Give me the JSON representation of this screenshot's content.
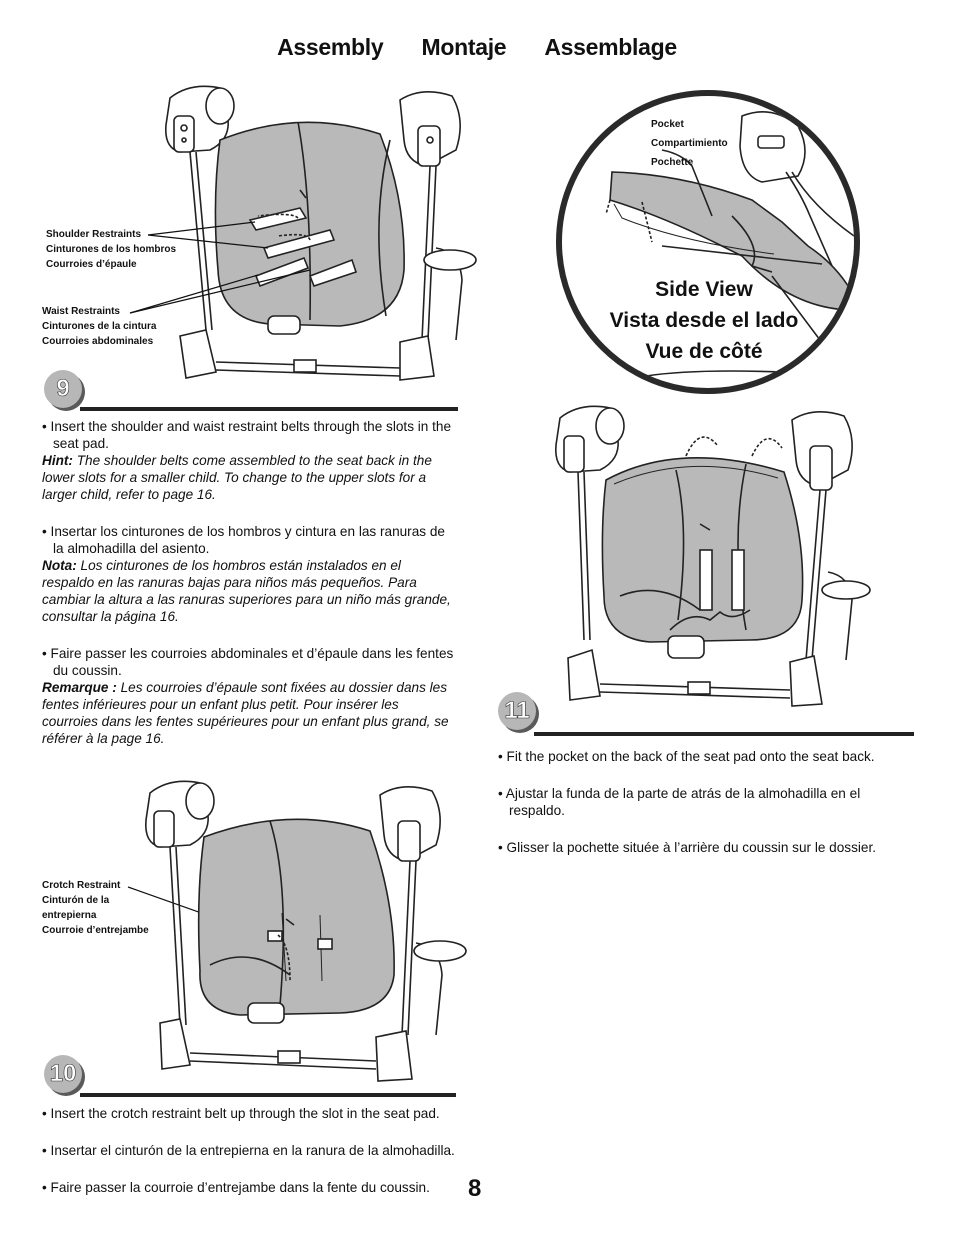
{
  "header": {
    "title_en": "Assembly",
    "title_es": "Montaje",
    "title_fr": "Assemblage"
  },
  "step9": {
    "number": "9",
    "labels": {
      "shoulder_en": "Shoulder Restraints",
      "shoulder_es": "Cinturones de los hombros",
      "shoulder_fr": "Courroies d’épaule",
      "waist_en": "Waist Restraints",
      "waist_es": "Cinturones de la cintura",
      "waist_fr": "Courroies abdominales"
    },
    "text_en": "Insert the shoulder and waist restraint belts through the slots in the seat pad.",
    "hint_label_en": "Hint:",
    "hint_en": "The shoulder belts come assembled to the seat back in the lower slots for a smaller child. To change to the upper slots for a larger child, refer to page 16.",
    "text_es": "Insertar los cinturones de los hombros y cintura en las ranuras de la almohadilla del asiento.",
    "hint_label_es": "Nota:",
    "hint_es": "Los cinturones de los hombros están instalados en el respaldo en las ranuras bajas para niños más pequeños. Para cambiar la altura a las ranuras superiores para un niño más grande, consultar la página 16.",
    "text_fr": "Faire passer les courroies abdominales et d’épaule dans les fentes du coussin.",
    "hint_label_fr": "Remarque :",
    "hint_fr": "Les courroies d’épaule sont fixées au dossier dans les fentes inférieures pour un enfant plus petit. Pour insérer les courroies dans les fentes supérieures pour un enfant plus grand, se référer à la page 16."
  },
  "step10": {
    "number": "10",
    "labels": {
      "crotch_en": "Crotch Restraint",
      "crotch_es_1": "Cinturón de la",
      "crotch_es_2": "entrepierna",
      "crotch_fr": "Courroie d’entrejambe"
    },
    "text_en": "Insert the crotch restraint belt up through the slot in the seat pad.",
    "text_es": "Insertar el cinturón de la entrepierna en la ranura de la almohadilla.",
    "text_fr": "Faire passer la courroie d’entrejambe dans la fente du coussin."
  },
  "step11": {
    "number": "11",
    "inset": {
      "pocket_en": "Pocket",
      "pocket_es": "Compartimiento",
      "pocket_fr": "Pochette",
      "side_view_en": "Side View",
      "side_view_es": "Vista desde el lado",
      "side_view_fr": "Vue de côté"
    },
    "text_en": "Fit the pocket on the back of the seat pad onto the seat back.",
    "text_es": "Ajustar la funda de la parte de atrás de la almohadilla en el respaldo.",
    "text_fr": "Glisser la pochette située à l’arrière du coussin sur le dossier."
  },
  "footer": {
    "page_number": "8"
  },
  "colors": {
    "seat_fill": "#b9b9b9",
    "badge_fill": "#b7b7b7",
    "line": "#222222"
  },
  "icons": [
    "swing-illustration",
    "side-view-inset",
    "step-badge"
  ]
}
